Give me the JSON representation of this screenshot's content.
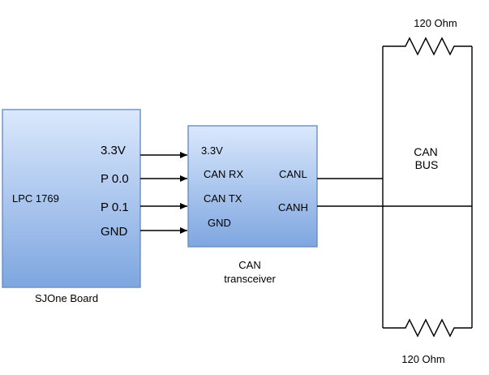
{
  "colors": {
    "block_top": "#dae8fc",
    "block_bottom": "#7ea6e0",
    "block_border": "#6c8ebf",
    "line": "#000000"
  },
  "board": {
    "name": "LPC 1769",
    "caption": "SJOne Board",
    "pins": [
      "3.3V",
      "P 0.0",
      "P 0.1",
      "GND"
    ]
  },
  "transceiver": {
    "pins_left": [
      "3.3V",
      "CAN RX",
      "CAN TX",
      "GND"
    ],
    "pins_right": [
      "CANL",
      "CANH"
    ],
    "caption_line1": "CAN",
    "caption_line2": "transceiver"
  },
  "bus": {
    "label_line1": "CAN",
    "label_line2": "BUS",
    "resistor_top": "120 Ohm",
    "resistor_bottom": "120 Ohm"
  }
}
